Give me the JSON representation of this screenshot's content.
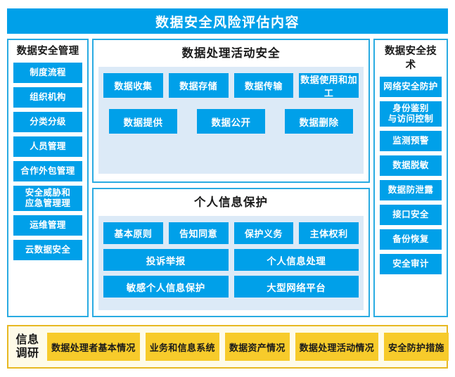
{
  "header": {
    "title": "数据安全风险评估内容",
    "bg_color": "#00A0E9",
    "text_color": "#FFFFFF"
  },
  "theme": {
    "accent_blue": "#00A0E9",
    "border_blue": "#29ABE2",
    "inner_fill_blue": "#DCEAF7",
    "accent_gold": "#F7CB2B",
    "border_gold": "#E8B923",
    "survey_bg": "#FEFBE8"
  },
  "left_panel": {
    "title": "数据安全管理",
    "items": [
      {
        "label": "制度流程",
        "lines": 1
      },
      {
        "label": "组织机构",
        "lines": 1
      },
      {
        "label": "分类分级",
        "lines": 1
      },
      {
        "label": "人员管理",
        "lines": 1
      },
      {
        "label": "合作外包管理",
        "lines": 1
      },
      {
        "label": "安全威胁和\n应急管理理",
        "lines": 2
      },
      {
        "label": "运维管理",
        "lines": 1
      },
      {
        "label": "云数据安全",
        "lines": 1
      }
    ]
  },
  "right_panel": {
    "title": "数据安全技术",
    "items": [
      {
        "label": "网络安全防护",
        "lines": 1
      },
      {
        "label": "身份鉴别\n与访问控制",
        "lines": 2
      },
      {
        "label": "监测预警",
        "lines": 1
      },
      {
        "label": "数据脱敏",
        "lines": 1
      },
      {
        "label": "数据防泄露",
        "lines": 1
      },
      {
        "label": "接口安全",
        "lines": 1
      },
      {
        "label": "备份恢复",
        "lines": 1
      },
      {
        "label": "安全审计",
        "lines": 1
      }
    ]
  },
  "activity_panel": {
    "title": "数据处理活动安全",
    "row_1": [
      "数据收集",
      "数据存储",
      "数据传输",
      "数据使用和加工"
    ],
    "row_2": [
      "数据提供",
      "数据公开",
      "数据删除"
    ]
  },
  "privacy_panel": {
    "title": "个人信息保护",
    "row_1": [
      "基本原则",
      "告知同意",
      "保护义务",
      "主体权利"
    ],
    "row_2": [
      "投诉举报",
      "个人信息处理"
    ],
    "row_3": [
      "敏感个人信息保护",
      "大型网络平台"
    ]
  },
  "survey_bar": {
    "label": "信息\n调研",
    "items": [
      "数据处理者基本情况",
      "业务和信息系统",
      "数据资产情况",
      "数据处理活动情况",
      "安全防护措施"
    ]
  }
}
